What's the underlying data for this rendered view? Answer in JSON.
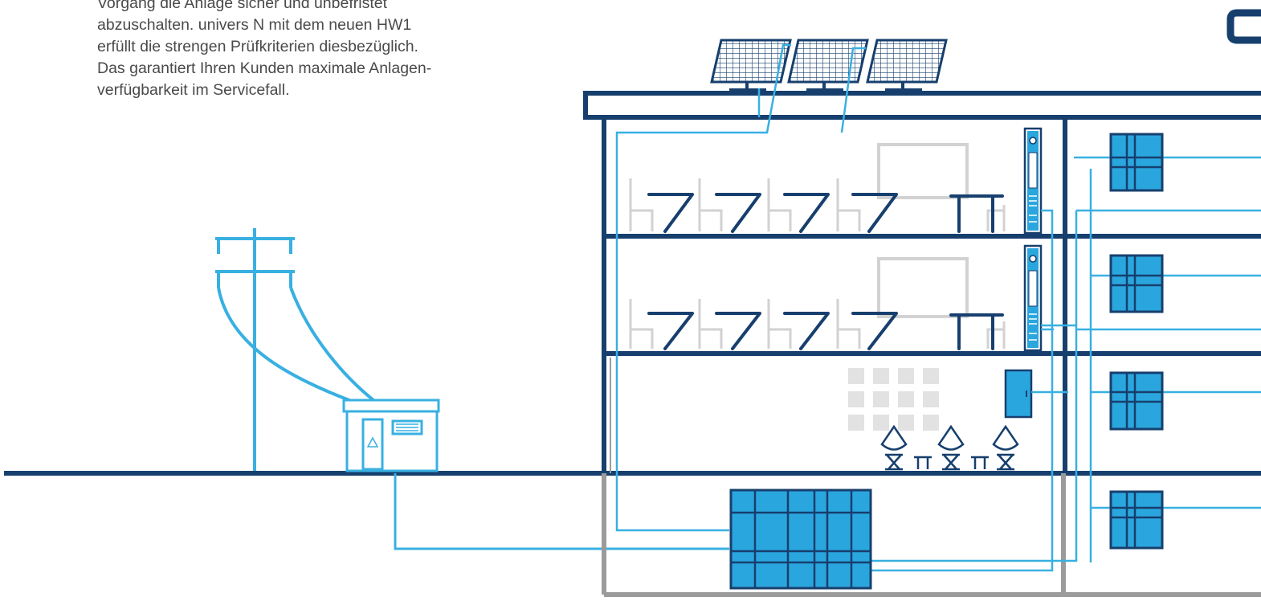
{
  "caption": {
    "lines": [
      "Vorgang die Anlage sicher und unbefristet",
      "abzuschalten. univers N mit dem neuen HW1",
      "erfüllt die strengen Prüfkriterien diesbezüglich.",
      "Das garantiert Ihren Kunden maximale Anlagen-",
      "verfügbarkeit im Servicefall."
    ]
  },
  "colors": {
    "navy": "#173f6e",
    "cyan": "#38b0e1",
    "cyan_fill": "#2aa6de",
    "gray": "#9b9b9b",
    "light_gray": "#d2d2d2"
  },
  "icons": {
    "solar_panels": "solar-panel-icon",
    "utility_pole": "power-pole-icon",
    "transformer": "transformer-station-icon",
    "distribution_cabinet": "electrical-cabinet-icon",
    "main_distribution_board": "main-switchboard-icon",
    "warning_symbol": "warning-triangle-icon"
  }
}
